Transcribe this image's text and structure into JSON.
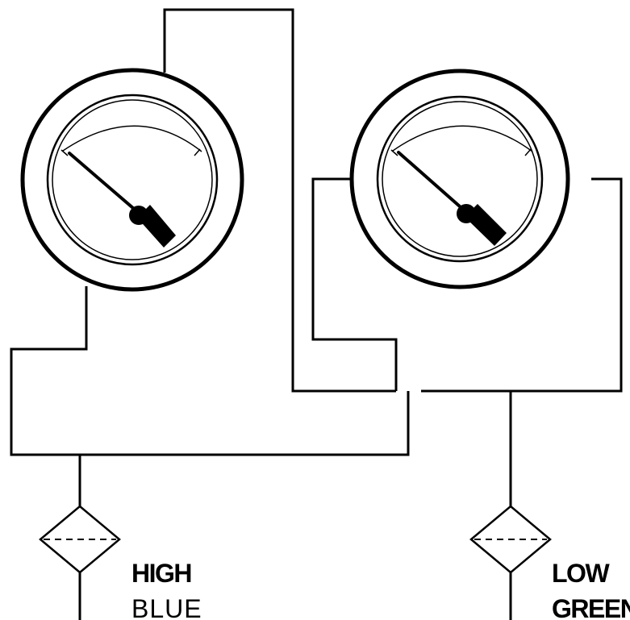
{
  "labels": {
    "high": "HIGH",
    "high_color": "BLUE",
    "low": "LOW",
    "low_color": "GREEN"
  },
  "gauges": [
    {
      "name": "high-pressure-gauge",
      "needle_angle_deg": -135
    },
    {
      "name": "low-pressure-gauge",
      "needle_angle_deg": -135
    }
  ],
  "colors": {
    "line": "#000000",
    "background": "#ffffff"
  }
}
